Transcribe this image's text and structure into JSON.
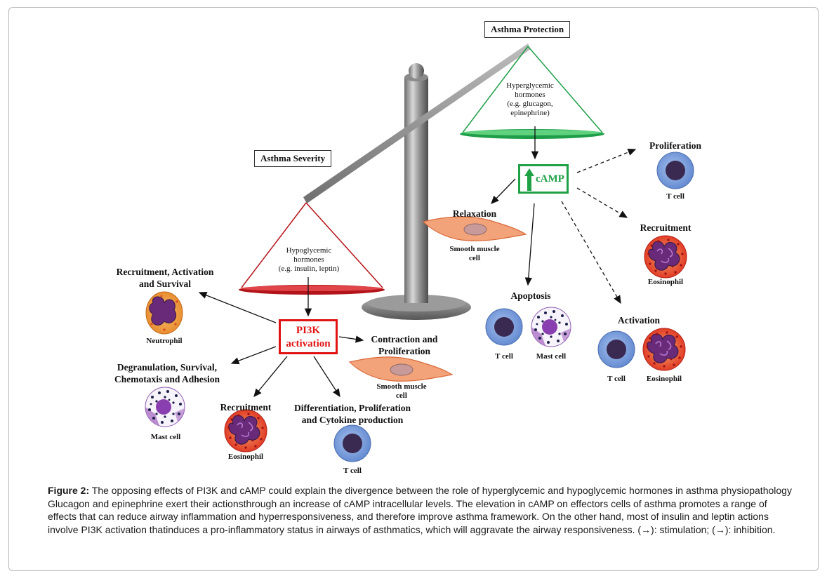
{
  "figure": {
    "asthma_protection_label": "Asthma Protection",
    "asthma_severity_label": "Asthma Severity",
    "hyperglycemic_text": [
      "Hyperglycemic",
      "hormones",
      "(e.g. glucagon,",
      "epinephrine)"
    ],
    "hypoglycemic_text": [
      "Hypoglycemic",
      "hormones",
      "(e.g. insulin, leptin)"
    ],
    "pi3k": [
      "PI3K",
      "activation"
    ],
    "camp": "cAMP",
    "pi3k_effects": {
      "recruit_activation_survival": [
        "Recruitment, Activation",
        "and Survival"
      ],
      "neutrophil": "Neutrophil",
      "degranulation": [
        "Degranulation, Survival,",
        "Chemotaxis and Adhesion"
      ],
      "mast_cell": "Mast cell",
      "recruitment": "Recruitment",
      "eosinophil": "Eosinophil",
      "differentiation": [
        "Differentiation, Proliferation",
        "and Cytokine production"
      ],
      "t_cell": "T cell",
      "contraction": [
        "Contraction and",
        "Proliferation"
      ],
      "smooth_muscle": [
        "Smooth muscle",
        "cell"
      ]
    },
    "camp_effects": {
      "relaxation": "Relaxation",
      "smooth_muscle": [
        "Smooth muscle",
        "cell"
      ],
      "apoptosis": "Apoptosis",
      "t_cell": "T cell",
      "mast_cell": "Mast cell",
      "proliferation": "Proliferation",
      "prolif_t_cell": "T cell",
      "recruitment": "Recruitment",
      "recruit_eosinophil": "Eosinophil",
      "activation": "Activation",
      "act_t_cell": "T cell",
      "act_eosinophil": "Eosinophil"
    }
  },
  "caption": {
    "figure_label": "Figure 2:",
    "title": " The opposing effects of PI3K and cAMP could explain the divergence between the role of hyperglycemic and hypoglycemic hormones in asthma physiopathology",
    "body": "Glucagon and epinephrine exert their actionsthrough an increase of cAMP intracellular levels. The elevation in cAMP on effectors cells of asthma promotes a range of effects that can reduce airway inflammation and hyperresponsiveness, and therefore improve asthma framework. On the other hand, most of insulin and leptin actions involve PI3K activation thatinduces a pro-inflammatory status in airways of asthmatics, which will aggravate the airway responsiveness. (→): stimulation; (→): inhibition."
  },
  "colors": {
    "protection_pan": "#1e9e48",
    "severity_pan": "#b3141a",
    "pi3k_border": "#e01212",
    "camp_border": "#1fa146",
    "t_cell_fill": "#7ea3dd",
    "cell_nucleus": "#3a2950",
    "eosinophil_fill": "#e8402a",
    "mast_fill": "#b07ac8",
    "smooth_muscle_fill": "#f3a37a"
  }
}
